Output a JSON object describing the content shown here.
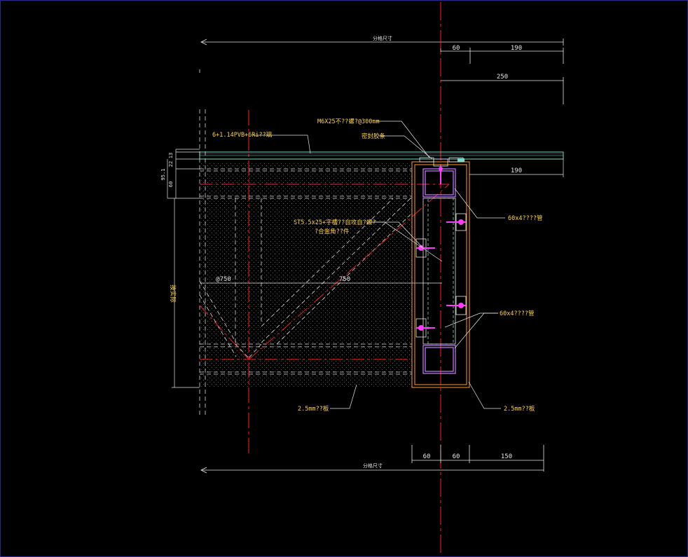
{
  "dimensions": {
    "top_overall": "分格尺寸",
    "top_60": "60",
    "top_190": "190",
    "top_250": "250",
    "right_190": "190",
    "left_stack_13": "13",
    "left_stack_22": "22",
    "left_stack_951": "95.1",
    "left_stack_60": "60",
    "left_height": "按实际",
    "at_750": "@750",
    "mid_750": "750",
    "bottom_60a": "60",
    "bottom_60b": "60",
    "bottom_150": "150",
    "bottom_overall": "分格尺寸"
  },
  "labels": {
    "glass": "6+1.14PVB+6Ri??璃",
    "screw_top": "M6X25不??螺?@300mm",
    "seal": "密封胶条",
    "screw_side_1": "ST5.5x25+字槽??自攻自?螺?",
    "screw_side_2": "?合金角??件",
    "tube_top": "60x4????管",
    "tube_mid": "60x4????管",
    "plate_left": "2.5mm??板",
    "plate_right": "2.5mm??板"
  },
  "colors": {
    "background": "#000000",
    "dimension_line": "#e6e6e6",
    "center_line": "#ff2020",
    "glass": "#7fd6c9",
    "aluminium": "#ff9a2e",
    "steel_tube": "#c77dff",
    "bolt": "#ff3cff",
    "leader": "#e6e6e6",
    "text": "#ffd24a",
    "dash": "#d9d9d9"
  }
}
